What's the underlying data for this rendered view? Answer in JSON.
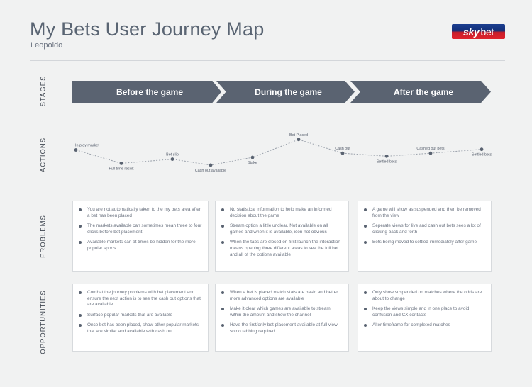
{
  "title": "My Bets User Journey Map",
  "subtitle": "Leopoldo",
  "logo": {
    "left": "sky",
    "right": "bet"
  },
  "row_labels": {
    "stages": "STAGES",
    "actions": "ACTIONS",
    "problems": "PROBLEMS",
    "opportunities": "OPPORTUNITIES"
  },
  "stages": [
    "Before the game",
    "During the game",
    "After the game"
  ],
  "actions": [
    {
      "label": "In play market",
      "level": 0.63
    },
    {
      "label": "Full time result",
      "level": 0.18
    },
    {
      "label": "Bet slip",
      "level": 0.32
    },
    {
      "label": "Cash out available",
      "level": 0.12
    },
    {
      "label": "Stake",
      "level": 0.38
    },
    {
      "label": "Bet Placed",
      "level": 0.98
    },
    {
      "label": "Cash out",
      "level": 0.52
    },
    {
      "label": "Settled bets",
      "level": 0.42
    },
    {
      "label": "Cashed out bets",
      "level": 0.52
    },
    {
      "label": "Settled bets",
      "level": 0.65
    }
  ],
  "problems": [
    [
      "You are not automatically taken to the my bets area after a bet has been placed",
      "The markets available can sometimes mean three to four clicks before bet placement",
      "Available markets can at times be hidden for the more popular sports"
    ],
    [
      "No statistical information to help make an informed decision about the game",
      "Stream option a little unclear. Not available on all games and when it is available, icon not obvious",
      "When the tabs are closed on first launch the interaction means opening three different areas to see the full bet and all of the options available"
    ],
    [
      "A game will show as suspended and then be removed from the view",
      "Seperate views for live and cash out bets sees a lot of clicking back and forth",
      "Bets being moved to settled immediately after game"
    ]
  ],
  "opportunities": [
    [
      "Combat the journey problems with bet placement and ensure the next action is to see the cash out options that are available",
      "Surface popular markets that are available",
      "Once bet has been placed, show other popular markets that are similar and available with cash out"
    ],
    [
      "When a bet is placed match stats are basic and better more advanced options are available",
      "Make it clear which games are available to stream within the amount and show the channel",
      "Have the first/only bet placement available at full view so no tabbing required"
    ],
    [
      "Only show suspended on matches where the odds are about to change",
      "Keep the views simple and in one place to avoid confusion and CX contacts",
      "Alter timeframe for completed matches"
    ]
  ],
  "colors": {
    "background": "#f1f2f2",
    "stage_fill": "#5a6371",
    "title": "#5a6573",
    "dot": "#5a6371",
    "line": "#9aa1ab"
  }
}
